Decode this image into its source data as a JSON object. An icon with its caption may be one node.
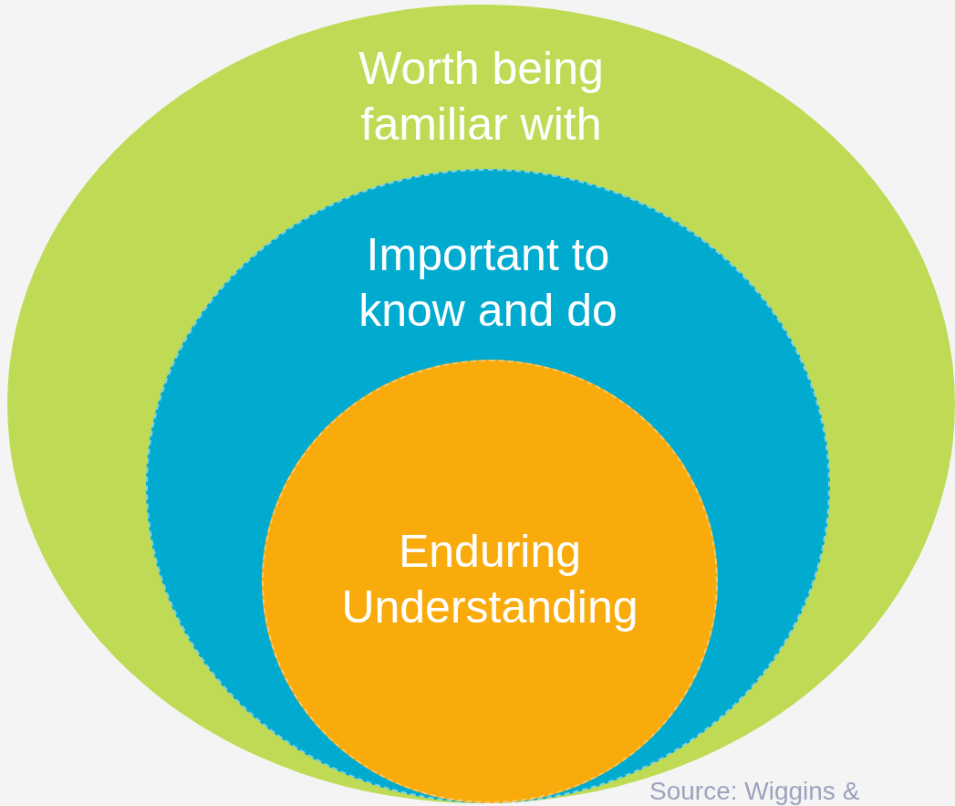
{
  "diagram": {
    "nodes": [
      {
        "text": [
          "Worth being familiar with"
        ]
      },
      {
        "text": [
          "Important to know and do"
        ],
        "in": 0
      },
      {
        "text": [
          "Enduring Understanding"
        ],
        "in": 1
      }
    ],
    "labels": [
      "Source: Wiggins &"
    ]
  }
}
